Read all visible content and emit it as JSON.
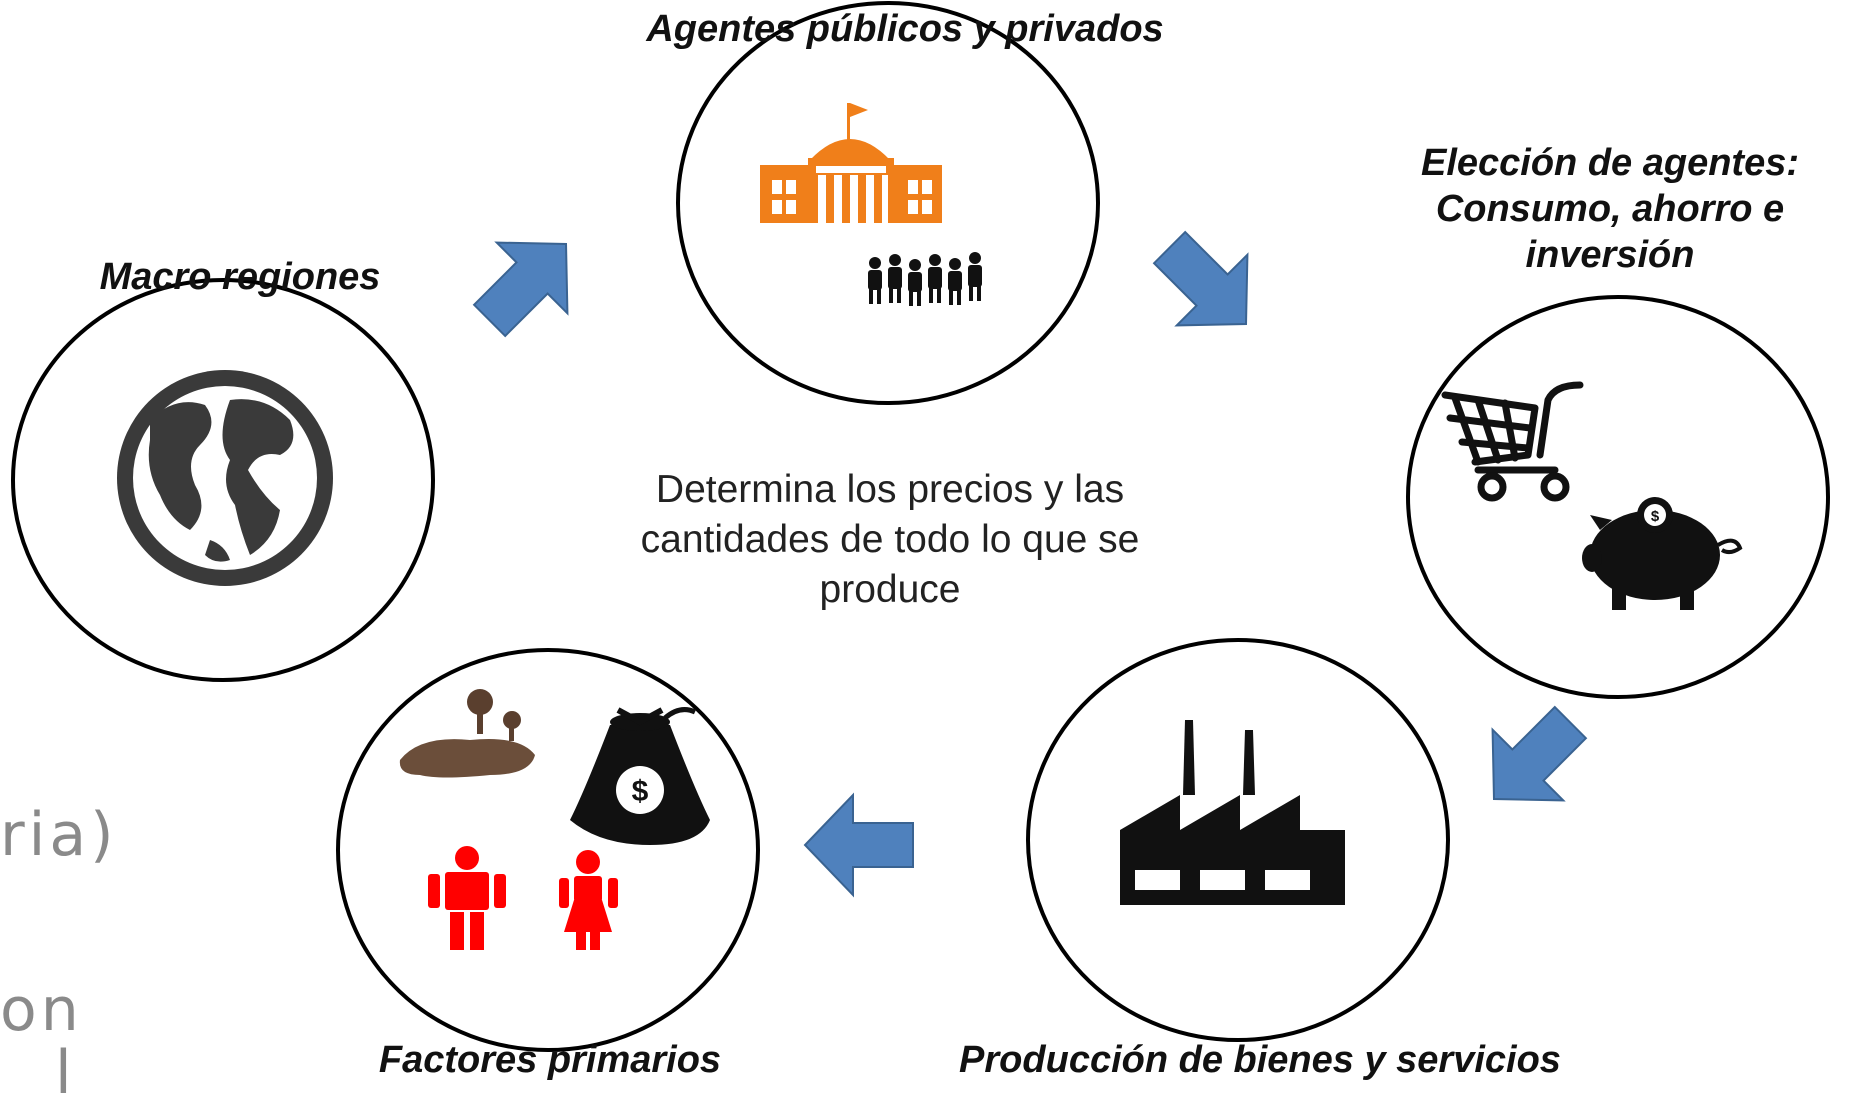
{
  "nodes": {
    "top": {
      "label": "Agentes públicos y privados"
    },
    "right_lines": [
      "Elección de agentes:",
      "Consumo, ahorro e",
      "inversión"
    ],
    "left": {
      "label": "Macro regiones"
    },
    "bottom_left": {
      "label": "Factores primarios"
    },
    "bottom_right": {
      "label": "Producción de bienes y servicios"
    }
  },
  "center": {
    "lines": [
      "Determina los precios y las",
      "cantidades de todo lo que se",
      "produce"
    ]
  },
  "background_fragments": [
    "ria)",
    "on",
    "l"
  ],
  "colors": {
    "arrow": "#4f81bd",
    "arrow_stroke": "#3a6391",
    "government": "#f07f1a",
    "people_red": "#ff0000",
    "icon_dark": "#1a1a1a",
    "soil": "#6b4e3a"
  },
  "icons": [
    "globe-icon",
    "government-building-icon",
    "crowd-icon",
    "shopping-cart-icon",
    "piggy-bank-icon",
    "factory-icon",
    "land-icon",
    "money-bag-icon",
    "man-icon",
    "woman-icon"
  ]
}
